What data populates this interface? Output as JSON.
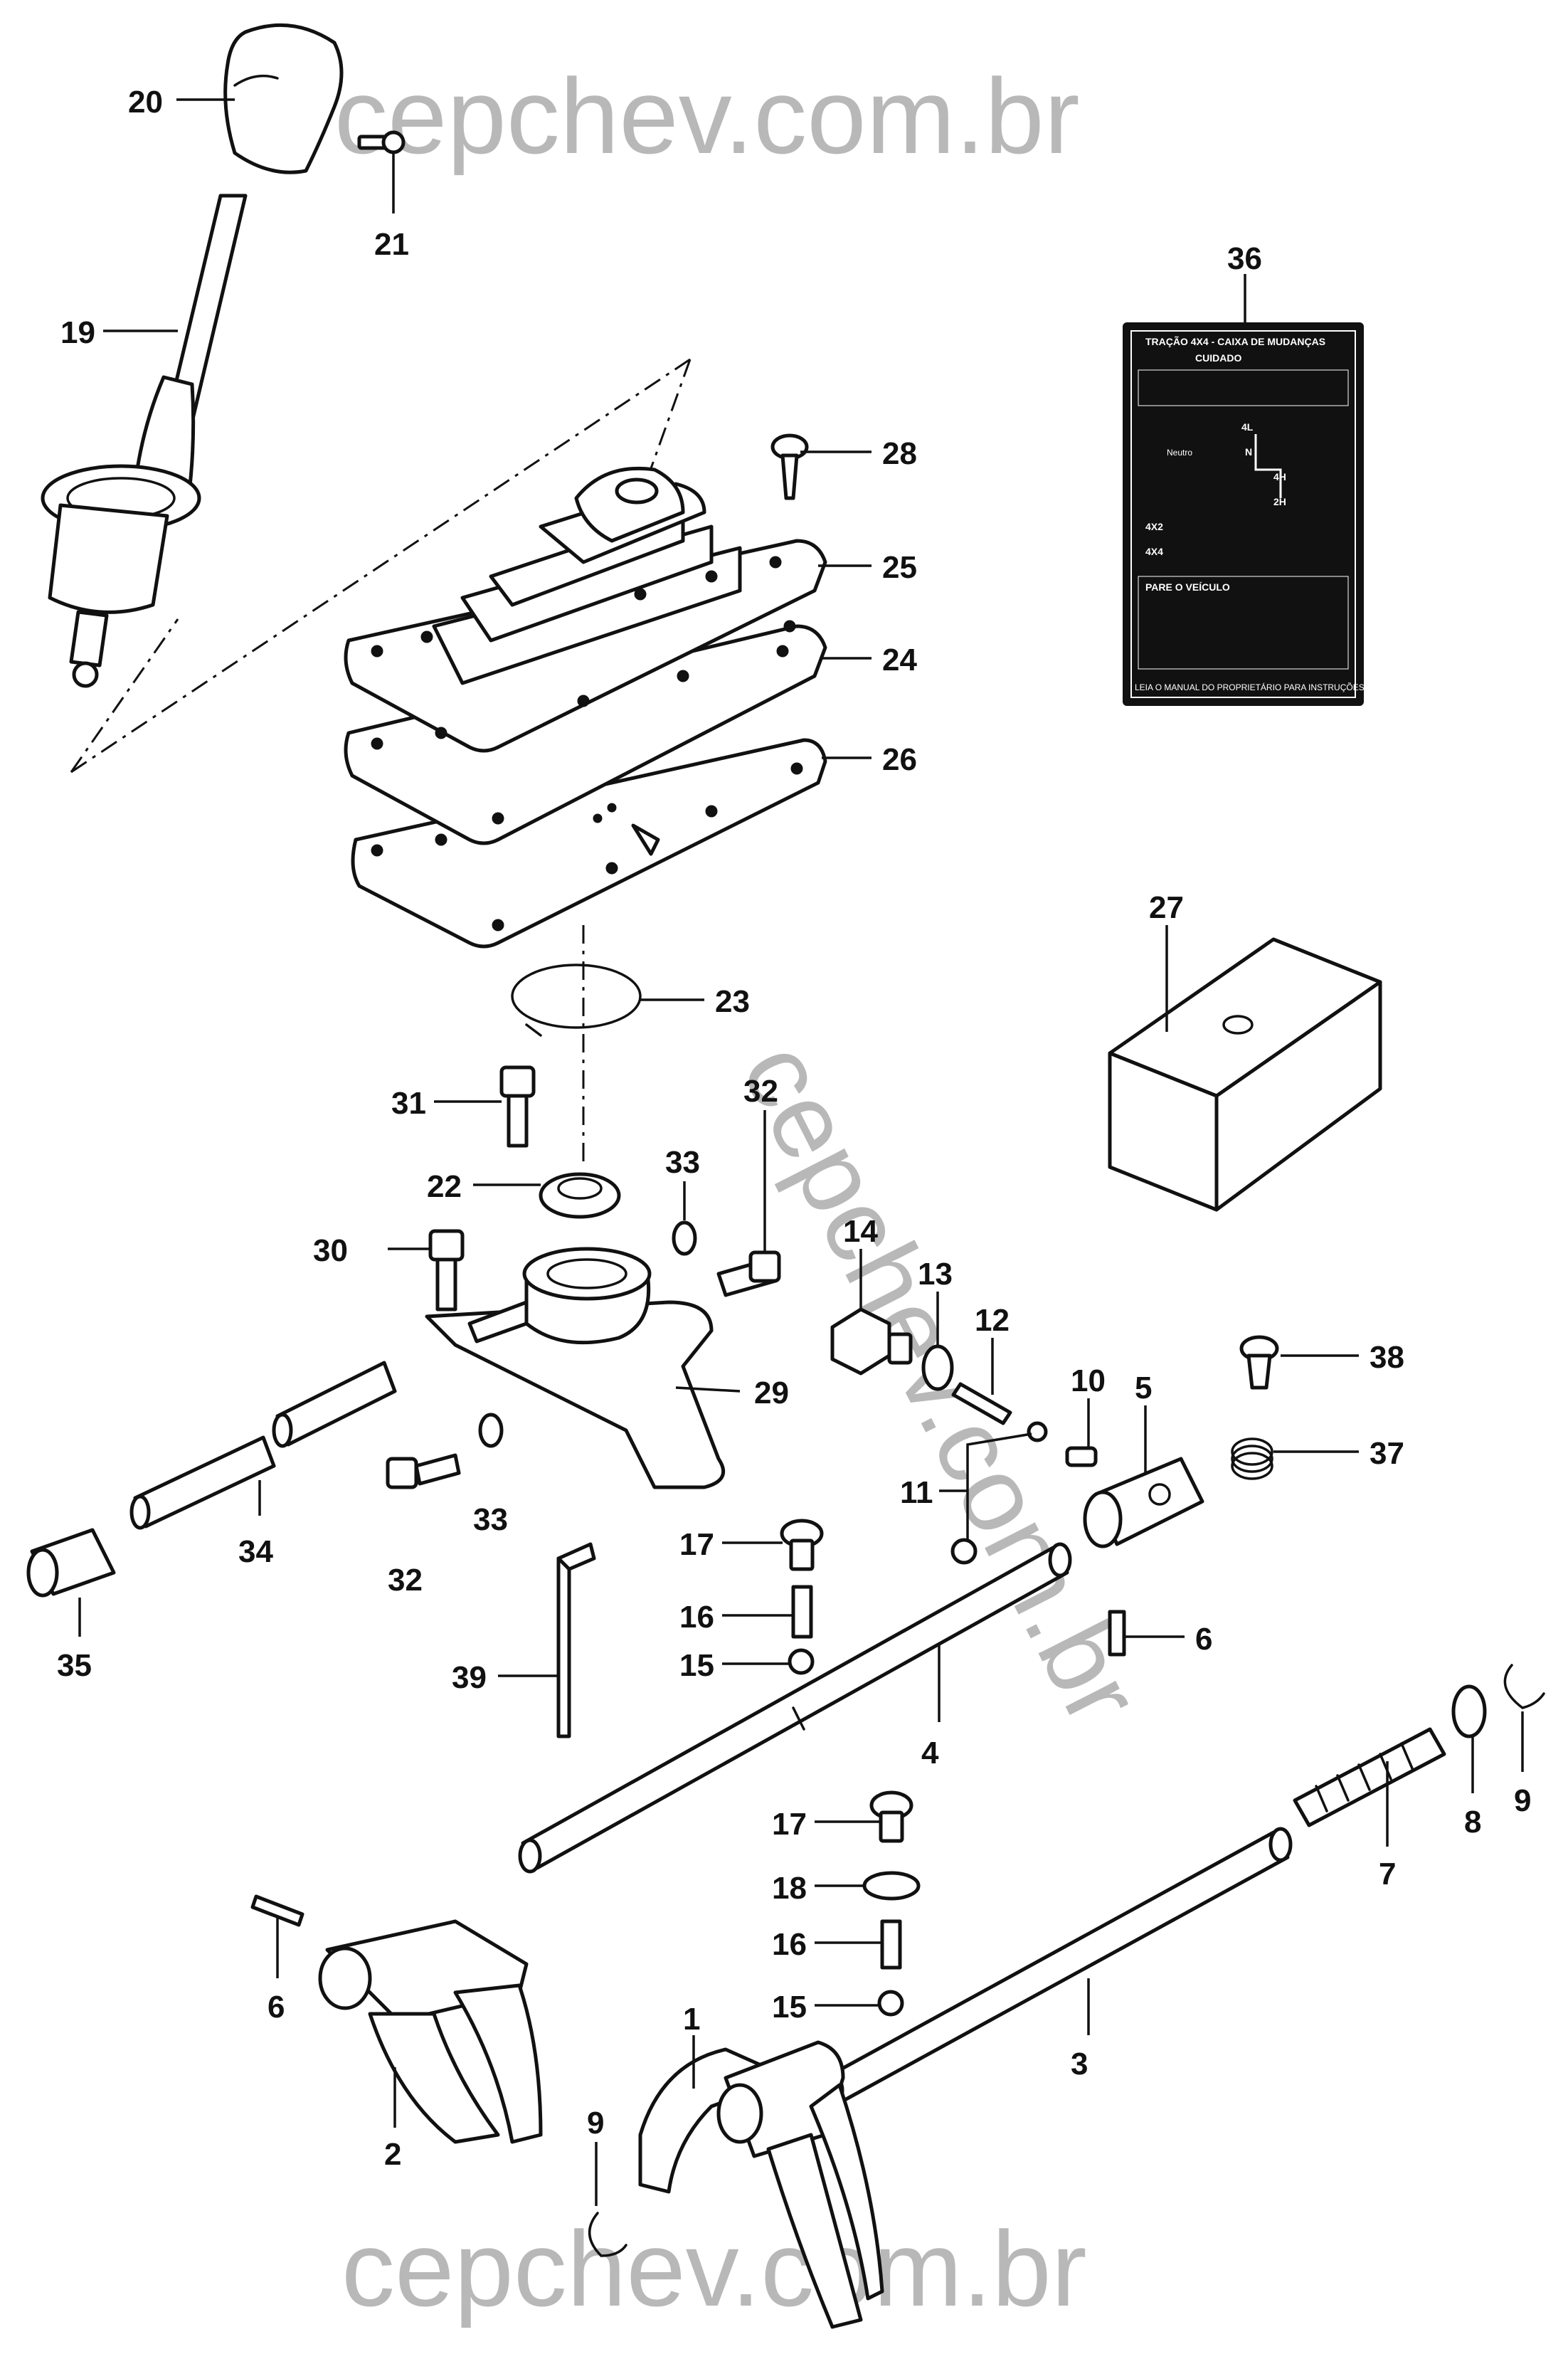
{
  "watermark": {
    "text_top": "cepchev.com.br",
    "text_diagonal": "cepchev.com.br",
    "text_bottom": "cepchev.com.br"
  },
  "label_decal": {
    "title": "TRAÇÃO 4X4 - CAIXA DE MUDANÇAS",
    "warning": "CUIDADO",
    "positions": [
      "4L",
      "N",
      "4H",
      "2H"
    ],
    "neutral_label": "Neutro",
    "mode_2x4": "4X2",
    "mode_4x4": "4X4",
    "stop_title": "PARE O VEÍCULO",
    "footer": "LEIA O MANUAL DO PROPRIETÁRIO PARA INSTRUÇÕES ADICIONAIS"
  },
  "callouts": [
    "20",
    "21",
    "19",
    "36",
    "28",
    "25",
    "24",
    "26",
    "27",
    "23",
    "31",
    "32",
    "33",
    "22",
    "14",
    "13",
    "12",
    "30",
    "10",
    "5",
    "38",
    "37",
    "29",
    "11",
    "34",
    "17",
    "16",
    "15",
    "39",
    "4",
    "6",
    "35",
    "9",
    "8",
    "7",
    "18",
    "3",
    "1",
    "2"
  ]
}
